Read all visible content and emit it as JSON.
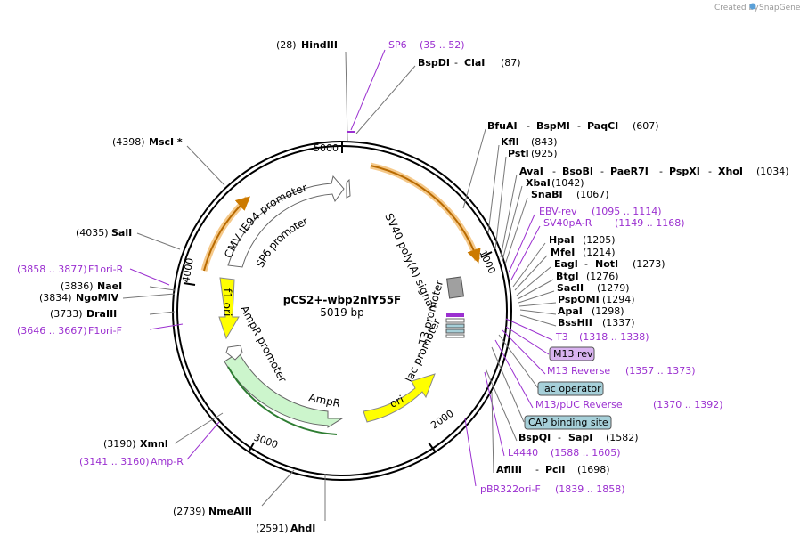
{
  "credit": {
    "prefix": "Created by",
    "brand": "SnapGene"
  },
  "plasmid": {
    "name": "pCS2+-wbp2nlY55F",
    "size": "5019 bp"
  },
  "ticks": [
    "5000",
    "1000",
    "2000",
    "3000",
    "4000"
  ],
  "features": {
    "cmv": "CMV IE94 promoter",
    "sp6p": "SP6 promoter",
    "sv40": "SV40 poly(A) signal",
    "t3p": "T3 promoter",
    "lacp": "lac promoter",
    "ori": "ori",
    "ampr": "AmpR",
    "amprp": "AmpR promoter",
    "f1ori": "f1 ori"
  },
  "sites": [
    {
      "pos": "(28)",
      "name": "HindIII"
    },
    {
      "name": "BspDI",
      "name2": "ClaI",
      "pos": "(87)"
    },
    {
      "name": "BfuAI",
      "name2": "BspMI",
      "name3": "PaqCI",
      "pos": "(607)"
    },
    {
      "name": "KflI",
      "pos": "(843)"
    },
    {
      "name": "PstI",
      "pos": "(925)"
    },
    {
      "name": "AvaI",
      "name2": "BsoBI",
      "name3": "PaeR7I",
      "name4": "PspXI",
      "name5": "XhoI",
      "pos": "(1034)"
    },
    {
      "name": "XbaI",
      "pos": "(1042)"
    },
    {
      "name": "SnaBI",
      "pos": "(1067)"
    },
    {
      "name": "HpaI",
      "pos": "(1205)"
    },
    {
      "name": "MfeI",
      "pos": "(1214)"
    },
    {
      "name": "EagI",
      "name2": "NotI",
      "pos": "(1273)"
    },
    {
      "name": "BtgI",
      "pos": "(1276)"
    },
    {
      "name": "SacII",
      "pos": "(1279)"
    },
    {
      "name": "PspOMI",
      "pos": "(1294)"
    },
    {
      "name": "ApaI",
      "pos": "(1298)"
    },
    {
      "name": "BssHII",
      "pos": "(1337)"
    },
    {
      "name": "BspQI",
      "name2": "SapI",
      "pos": "(1582)"
    },
    {
      "name": "AflIII",
      "name2": "PciI",
      "pos": "(1698)"
    },
    {
      "pos": "(2591)",
      "name": "AhdI"
    },
    {
      "pos": "(2739)",
      "name": "NmeAIII"
    },
    {
      "pos": "(3190)",
      "name": "XmnI"
    },
    {
      "pos": "(3733)",
      "name": "DraIII"
    },
    {
      "pos": "(3834)",
      "name": "NgoMIV"
    },
    {
      "pos": "(3836)",
      "name": "NaeI"
    },
    {
      "pos": "(4035)",
      "name": "SalI"
    },
    {
      "pos": "(4398)",
      "name": "MscI *"
    }
  ],
  "primers": [
    {
      "name": "SP6",
      "range": "(35 .. 52)"
    },
    {
      "name": "EBV-rev",
      "range": "(1095 .. 1114)"
    },
    {
      "name": "SV40pA-R",
      "range": "(1149 .. 1168)"
    },
    {
      "name": "T3",
      "range": "(1318 .. 1338)"
    },
    {
      "name": "M13 Reverse",
      "range": "(1357 .. 1373)"
    },
    {
      "name": "M13/pUC Reverse",
      "range": "(1370 .. 1392)"
    },
    {
      "name": "L4440",
      "range": "(1588 .. 1605)"
    },
    {
      "name": "pBR322ori-F",
      "range": "(1839 .. 1858)"
    },
    {
      "name": "Amp-R",
      "range": "(3141 .. 3160)"
    },
    {
      "name": "F1ori-F",
      "range": "(3646 .. 3667)"
    },
    {
      "name": "F1ori-R",
      "range": "(3858 .. 3877)"
    }
  ],
  "boxed": {
    "m13rev": "M13 rev",
    "lacop": "lac operator",
    "cap": "CAP binding site"
  },
  "colors": {
    "primer": "#9b30d0",
    "promoter_fill": "#ffffff",
    "feature_yellow": "#ffff00",
    "feature_green": "#ccf5cc",
    "m13rev_box": "#d9b3f0",
    "lac_box": "#a6d0d9",
    "polyA": "#a0a0a0"
  }
}
